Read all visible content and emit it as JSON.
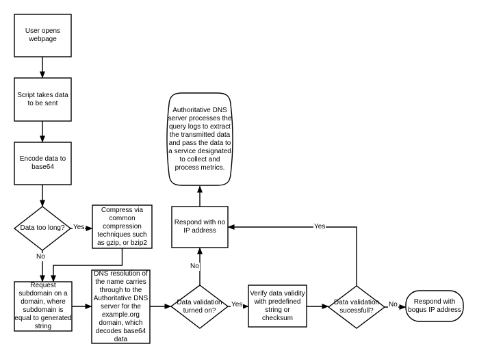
{
  "diagram": {
    "type": "flowchart",
    "background_color": "#ffffff",
    "stroke_color": "#000000",
    "text_color": "#000000",
    "nodes": {
      "user_opens": {
        "shape": "process",
        "label": "User opens\nwebpage"
      },
      "script_takes": {
        "shape": "process",
        "label": "Script takes data\nto be sent"
      },
      "encode": {
        "shape": "process",
        "label": "Encode data to\nbase64"
      },
      "too_long": {
        "shape": "decision",
        "label": "Data too long?"
      },
      "compress": {
        "shape": "process",
        "label": "Compress via\ncommon\ncompression\ntechniques such\nas gzip, or bzip2"
      },
      "request_subdomain": {
        "shape": "process",
        "label": "Request\nsubdomain on a\ndomain, where\nsubdomain is\nequal to generated\nstring"
      },
      "dns_resolution": {
        "shape": "process",
        "label": "DNS resolution of\nthe name carries\nthrough to the\nAuthoritative DNS\nserver for the\nexample.org\ndomain, which\ndecodes base64\ndata"
      },
      "validation_on": {
        "shape": "decision",
        "label": "Data validation\nturned on?"
      },
      "respond_no_ip": {
        "shape": "process",
        "label": "Respond with no\nIP address"
      },
      "dns_processes": {
        "shape": "stored-data",
        "label": "Authoritative DNS\nserver processes the\nquery logs to extract\nthe transmitted data\nand pass the data to\na service designated\nto collect and\nprocess metrics."
      },
      "verify_validity": {
        "shape": "process",
        "label": "Verify data validity\nwith predefined\nstring or\nchecksum"
      },
      "validation_successful": {
        "shape": "decision",
        "label": "Data validation\nsucessfull?"
      },
      "respond_bogus": {
        "shape": "terminator",
        "label": "Respond with\nbogus IP address"
      }
    },
    "edge_labels": {
      "too_long_yes": "Yes",
      "too_long_no": "No",
      "validation_on_no": "No",
      "validation_on_yes": "Yes",
      "validation_successful_yes": "Yes",
      "validation_successful_no": "No"
    }
  }
}
